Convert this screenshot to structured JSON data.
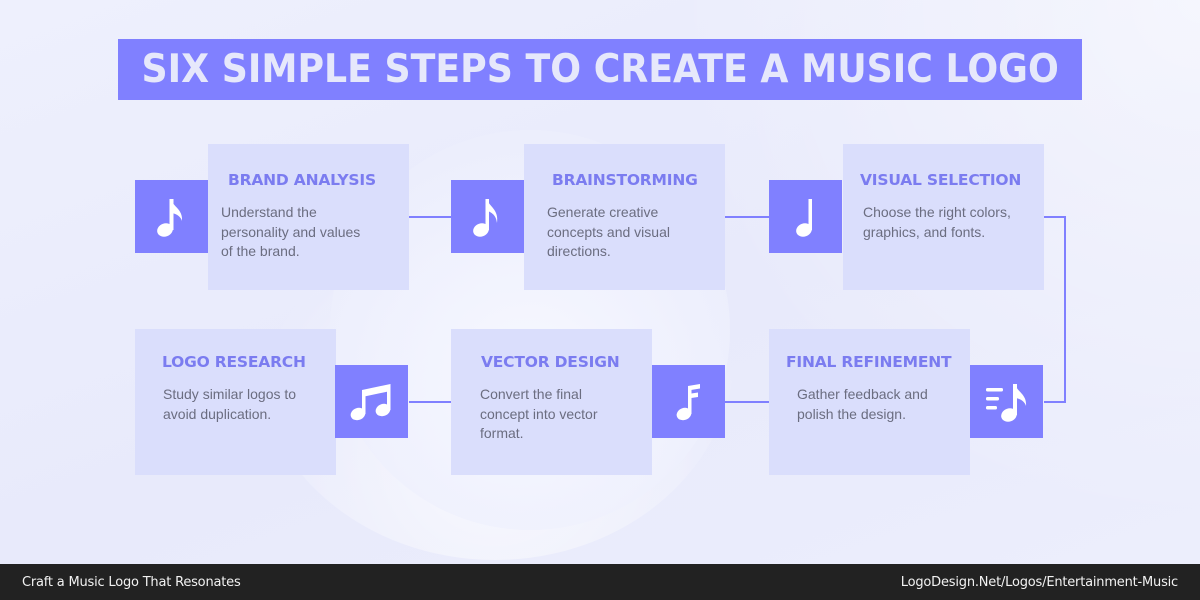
{
  "title": "SIX SIMPLE STEPS TO CREATE A MUSIC LOGO",
  "colors": {
    "accent": "#8080ff",
    "card_bg": "#dadefc",
    "background": "#eceefc",
    "title_text": "#e6e8fb",
    "card_title": "#7b7cf0",
    "card_text": "#6b6d80",
    "footer_bg": "#222222"
  },
  "steps": [
    {
      "title": "BRAND ANALYSIS",
      "description": "Understand the personality and values of the brand.",
      "icon": "eighth-note-icon"
    },
    {
      "title": "BRAINSTORMING",
      "description": "Generate creative concepts and visual directions.",
      "icon": "eighth-note-icon"
    },
    {
      "title": "VISUAL SELECTION",
      "description": "Choose the right colors, graphics, and fonts.",
      "icon": "half-note-icon"
    },
    {
      "title": "LOGO RESEARCH",
      "description": "Study similar logos to avoid duplication.",
      "icon": "beamed-notes-icon"
    },
    {
      "title": "VECTOR DESIGN",
      "description": "Convert the final concept into vector format.",
      "icon": "sixteenth-note-icon"
    },
    {
      "title": "FINAL REFINEMENT",
      "description": "Gather feedback and polish the design.",
      "icon": "playlist-note-icon"
    }
  ],
  "footer": {
    "left": "Craft a Music Logo That Resonates",
    "right": "LogoDesign.Net/Logos/Entertainment-Music"
  }
}
